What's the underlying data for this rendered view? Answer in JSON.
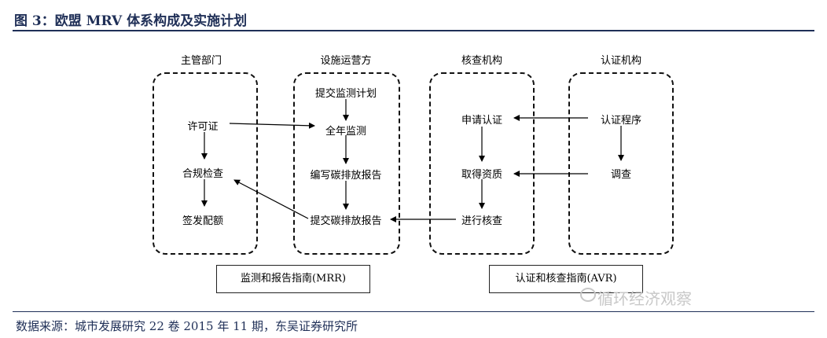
{
  "title": "图 3：欧盟 MRV 体系构成及实施计划",
  "columns": [
    {
      "header": "主管部门",
      "nodes": [
        "许可证",
        "合规检查",
        "签发配额"
      ]
    },
    {
      "header": "设施运营方",
      "nodes": [
        "提交监测计划",
        "全年监测",
        "编写碳排放报告",
        "提交碳排放报告"
      ]
    },
    {
      "header": "核查机构",
      "nodes": [
        "申请认证",
        "取得资质",
        "进行核查"
      ]
    },
    {
      "header": "认证机构",
      "nodes": [
        "认证程序",
        "调查"
      ]
    }
  ],
  "guides": {
    "left": "监测和报告指南(MRR)",
    "right": "认证和核查指南(AVR)"
  },
  "watermark": "循环经济观察",
  "source": "数据来源：城市发展研究 22 卷 2015 年 11 期，东吴证券研究所"
}
